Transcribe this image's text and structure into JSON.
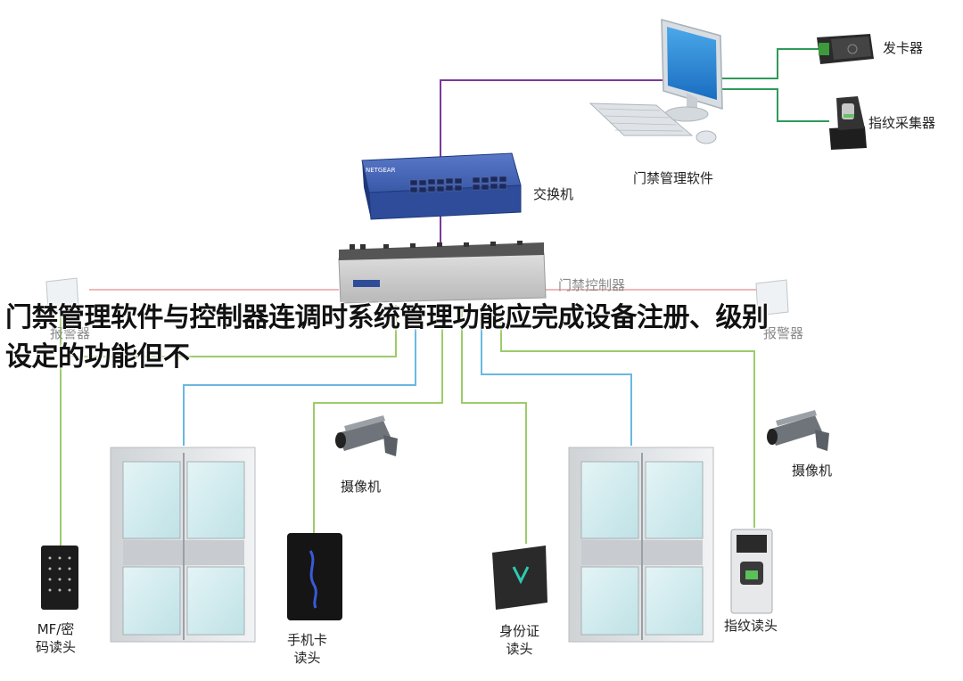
{
  "overlay": {
    "line1": "门禁管理软件与控制器连调时系统管理功能应完成设备注册、级别",
    "line2": "设定的功能但不"
  },
  "devices": {
    "card_issuer": "发卡器",
    "fingerprint_collector": "指纹采集器",
    "software": "门禁管理软件",
    "switch": "交换机",
    "controller": "门禁控制器",
    "alarm_left": "报警器",
    "alarm_right": "报警器",
    "camera_left": "摄像机",
    "camera_right": "摄像机",
    "mf_reader_line1": "MF/密",
    "mf_reader_line2": "码读头",
    "mobile_reader_line1": "手机卡",
    "mobile_reader_line2": "读头",
    "id_reader_line1": "身份证",
    "id_reader_line2": "读头",
    "fingerprint_reader": "指纹读头"
  },
  "colors": {
    "ethernet_line": "#7a3a9a",
    "usb_line": "#2e9a5a",
    "lightgreen_line": "#9ccc6a",
    "blue_line": "#6ab8e0",
    "alarm_line": "#e6a0a0",
    "switch_blue": "#2e4c9a"
  }
}
